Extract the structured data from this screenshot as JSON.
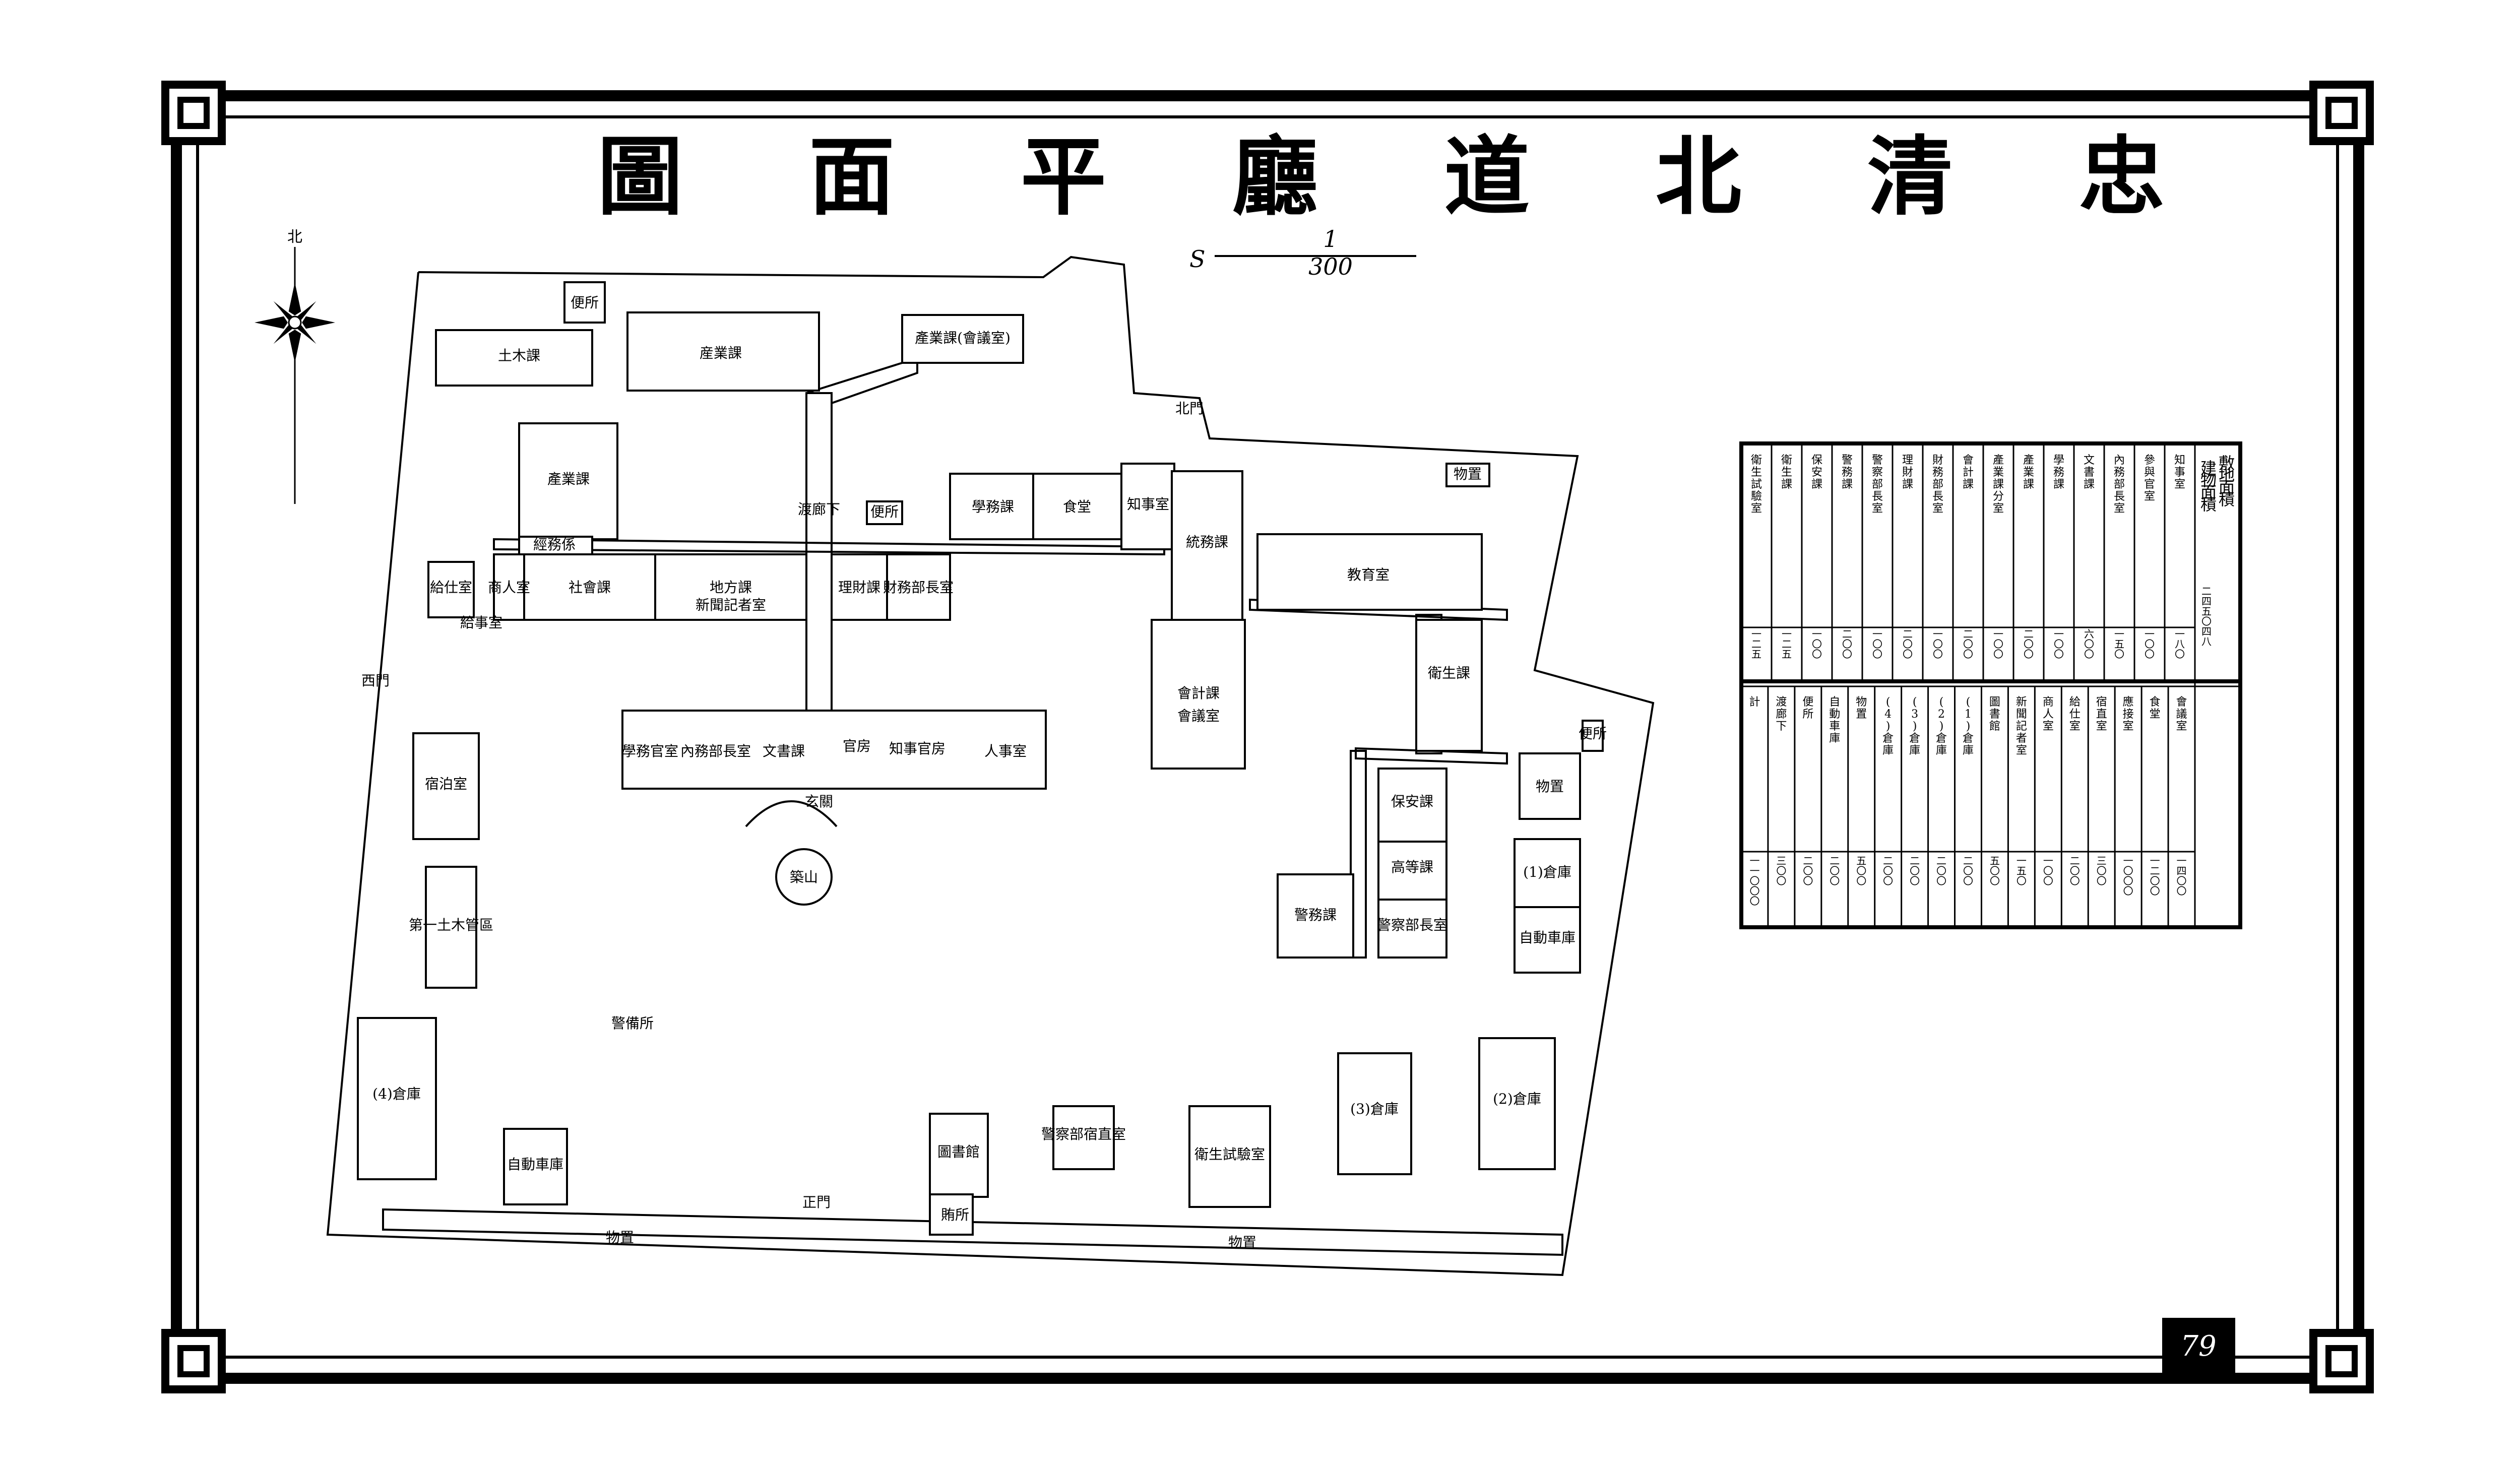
{
  "title": "忠清北道廳平面圖",
  "scale": {
    "prefix": "S",
    "numerator": "1",
    "denominator": "300"
  },
  "north_label": "北",
  "page_number": "79",
  "rooms": [
    {
      "id": "toilet-n",
      "label": "便所"
    },
    {
      "id": "doboku",
      "label": "土木課"
    },
    {
      "id": "sangyo1",
      "label": "産業課"
    },
    {
      "id": "sangyo-kai",
      "label": "產業課(會議室)"
    },
    {
      "id": "sangyo2",
      "label": "產業課"
    },
    {
      "id": "keimu-kakari",
      "label": "經務係"
    },
    {
      "id": "hallway-v",
      "label": "渡廊下"
    },
    {
      "id": "gakumu",
      "label": "學務課"
    },
    {
      "id": "shokudo",
      "label": "食堂"
    },
    {
      "id": "chiji",
      "label": "知事室"
    },
    {
      "id": "somu",
      "label": "統務課"
    },
    {
      "id": "kaikei",
      "label": "會計課"
    },
    {
      "id": "kaigi",
      "label": "會議室"
    },
    {
      "id": "shakai",
      "label": "社會課"
    },
    {
      "id": "chiho",
      "label": "地方課"
    },
    {
      "id": "riji",
      "label": "理財課"
    },
    {
      "id": "zaimu",
      "label": "財務部長室"
    },
    {
      "id": "shimbun",
      "label": "新聞記者室"
    },
    {
      "id": "shonyu",
      "label": "商人室"
    },
    {
      "id": "kyusha",
      "label": "給仕室"
    },
    {
      "id": "gakumu-kan",
      "label": "學務官室"
    },
    {
      "id": "naimu",
      "label": "內務部長室"
    },
    {
      "id": "bunsho",
      "label": "文書課"
    },
    {
      "id": "kanfu",
      "label": "官房"
    },
    {
      "id": "chijishi",
      "label": "知事官房"
    },
    {
      "id": "jinji",
      "label": "人事室"
    },
    {
      "id": "genkan",
      "label": "玄關"
    },
    {
      "id": "tsukiyama",
      "label": "築山"
    },
    {
      "id": "kyoiku",
      "label": "教育室"
    },
    {
      "id": "eisei",
      "label": "衛生課"
    },
    {
      "id": "hoan",
      "label": "保安課"
    },
    {
      "id": "koto",
      "label": "高等課"
    },
    {
      "id": "keisatsu-bucho",
      "label": "警察部長室"
    },
    {
      "id": "keimu",
      "label": "警務課"
    },
    {
      "id": "monooki-e",
      "label": "物置"
    },
    {
      "id": "soko1",
      "label": "(1)倉庫"
    },
    {
      "id": "jidosha-e",
      "label": "自動車庫"
    },
    {
      "id": "soko2",
      "label": "(2)倉庫"
    },
    {
      "id": "soko3",
      "label": "(3)倉庫"
    },
    {
      "id": "eisei-shiken",
      "label": "衛生試驗室"
    },
    {
      "id": "keisatsu-chokusho",
      "label": "警察部宿直室"
    },
    {
      "id": "toshokan",
      "label": "圖書館"
    },
    {
      "id": "soko4",
      "label": "(4)倉庫"
    },
    {
      "id": "jidosha-w",
      "label": "自動車庫"
    },
    {
      "id": "doboku-kanri",
      "label": "第一土木管區"
    },
    {
      "id": "gakushi",
      "label": "宿泊室"
    },
    {
      "id": "kyuji",
      "label": "給事室"
    },
    {
      "id": "nishimon",
      "label": "西門"
    },
    {
      "id": "seimon",
      "label": "正門"
    },
    {
      "id": "monooki-s1",
      "label": "物置"
    },
    {
      "id": "monooki-s2",
      "label": "物置"
    },
    {
      "id": "monooki-ne",
      "label": "物置"
    },
    {
      "id": "urmon",
      "label": "北門"
    },
    {
      "id": "benjo-c",
      "label": "便所"
    },
    {
      "id": "benjo-e",
      "label": "便所"
    },
    {
      "id": "hoshoshitsu",
      "label": "賄所"
    },
    {
      "id": "keibi",
      "label": "警備所"
    }
  ],
  "area_table": {
    "title": "敷地面積",
    "title_value": "二四五〇四八",
    "subtitle": "建物面積",
    "upper_rows": [
      {
        "name": "知事室",
        "value": "一八〇"
      },
      {
        "name": "參與官室",
        "value": "一〇〇"
      },
      {
        "name": "內務部長室",
        "value": "一五〇"
      },
      {
        "name": "文書課",
        "value": "六〇〇"
      },
      {
        "name": "學務課",
        "value": "一〇〇"
      },
      {
        "name": "產業課",
        "value": "二〇〇"
      },
      {
        "name": "產業課分室",
        "value": "一〇〇"
      },
      {
        "name": "會計課",
        "value": "二〇〇"
      },
      {
        "name": "財務部長室",
        "value": "一〇〇"
      },
      {
        "name": "理財課",
        "value": "二〇〇"
      },
      {
        "name": "警察部長室",
        "value": "一〇〇"
      },
      {
        "name": "警務課",
        "value": "二〇〇"
      },
      {
        "name": "保安課",
        "value": "一〇〇"
      },
      {
        "name": "衛生課",
        "value": "一二五"
      },
      {
        "name": "衛生試驗室",
        "value": "一二五"
      }
    ],
    "lower_rows": [
      {
        "name": "會議室",
        "value": "一四〇〇"
      },
      {
        "name": "食堂",
        "value": "一二〇〇"
      },
      {
        "name": "應接室",
        "value": "一〇〇〇"
      },
      {
        "name": "宿直室",
        "value": "三〇〇"
      },
      {
        "name": "給仕室",
        "value": "二〇〇"
      },
      {
        "name": "商人室",
        "value": "一〇〇"
      },
      {
        "name": "新聞記者室",
        "value": "一五〇"
      },
      {
        "name": "圖書館",
        "value": "五〇〇"
      },
      {
        "name": "(1)倉庫",
        "value": "二〇〇"
      },
      {
        "name": "(2)倉庫",
        "value": "二〇〇"
      },
      {
        "name": "(3)倉庫",
        "value": "二〇〇"
      },
      {
        "name": "(4)倉庫",
        "value": "二〇〇"
      },
      {
        "name": "物置",
        "value": "五〇〇"
      },
      {
        "name": "自動車庫",
        "value": "二〇〇"
      },
      {
        "name": "便所",
        "value": "二〇〇"
      },
      {
        "name": "渡廊下",
        "value": "三〇〇"
      },
      {
        "name": "計",
        "value": "一一〇〇〇"
      }
    ]
  }
}
